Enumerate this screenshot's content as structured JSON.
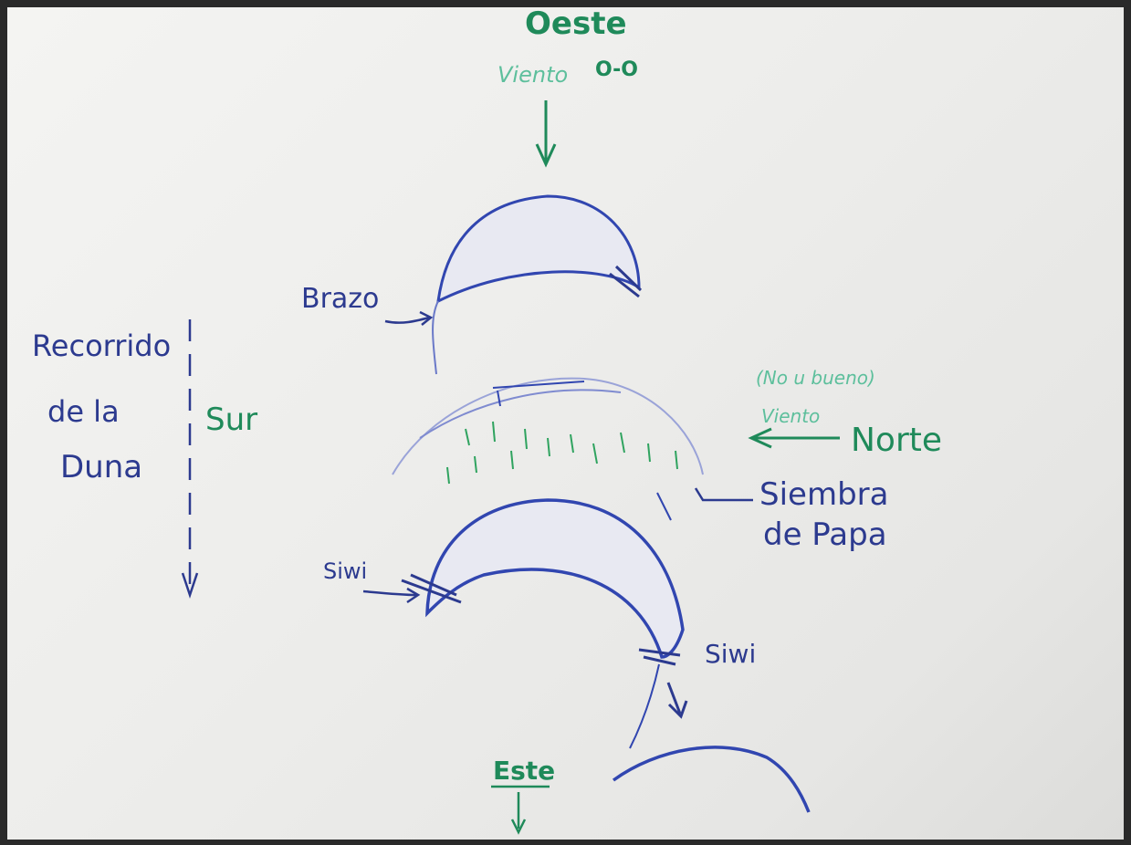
{
  "labels": {
    "oeste": "Oeste",
    "viento_top": "Viento",
    "viento_top_mark": "O-O",
    "brazo": "Brazo",
    "recorrido": "Recorrido",
    "de_la": "de la",
    "duna": "Duna",
    "sur": "Sur",
    "nombre": "(No u bueno)",
    "viento_right": "Viento",
    "norte": "Norte",
    "siembra": "Siembra",
    "de_papa": "de Papa",
    "siwi_left": "Siwi",
    "siwi_right": "Siwi",
    "este": "Este"
  },
  "colors": {
    "ink_blue": "#2c3a8f",
    "ink_green": "#1f8a5a",
    "ink_light_green": "#5dbf9c",
    "paper": "#efefed"
  }
}
